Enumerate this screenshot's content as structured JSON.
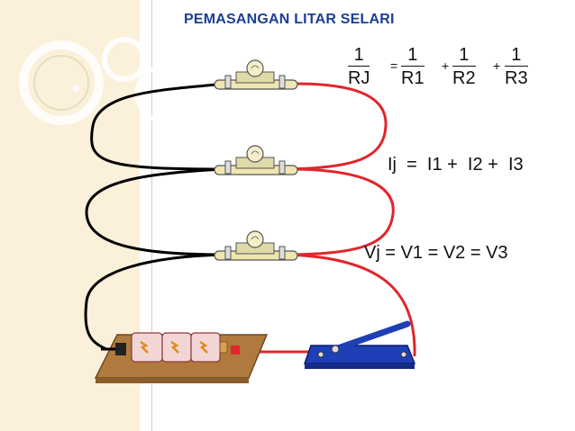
{
  "title": "PEMASANGAN LITAR SELARI",
  "formula_resistance": {
    "numerator": "1",
    "denominators": [
      "RJ",
      "R1",
      "R2",
      "R3"
    ],
    "equals_sign": "=",
    "plus_sign": "+"
  },
  "formula_current": "Ij  =  I1 +  I2 +  I3",
  "formula_voltage": "Vj = V1 = V2 = V3",
  "colors": {
    "title": "#1c3f94",
    "left_wire": "#000000",
    "right_wire": "#e0262c",
    "switch": "#1f3fb7",
    "battery_base": "#b07a3e",
    "bulb_base": "#efe6b0"
  }
}
